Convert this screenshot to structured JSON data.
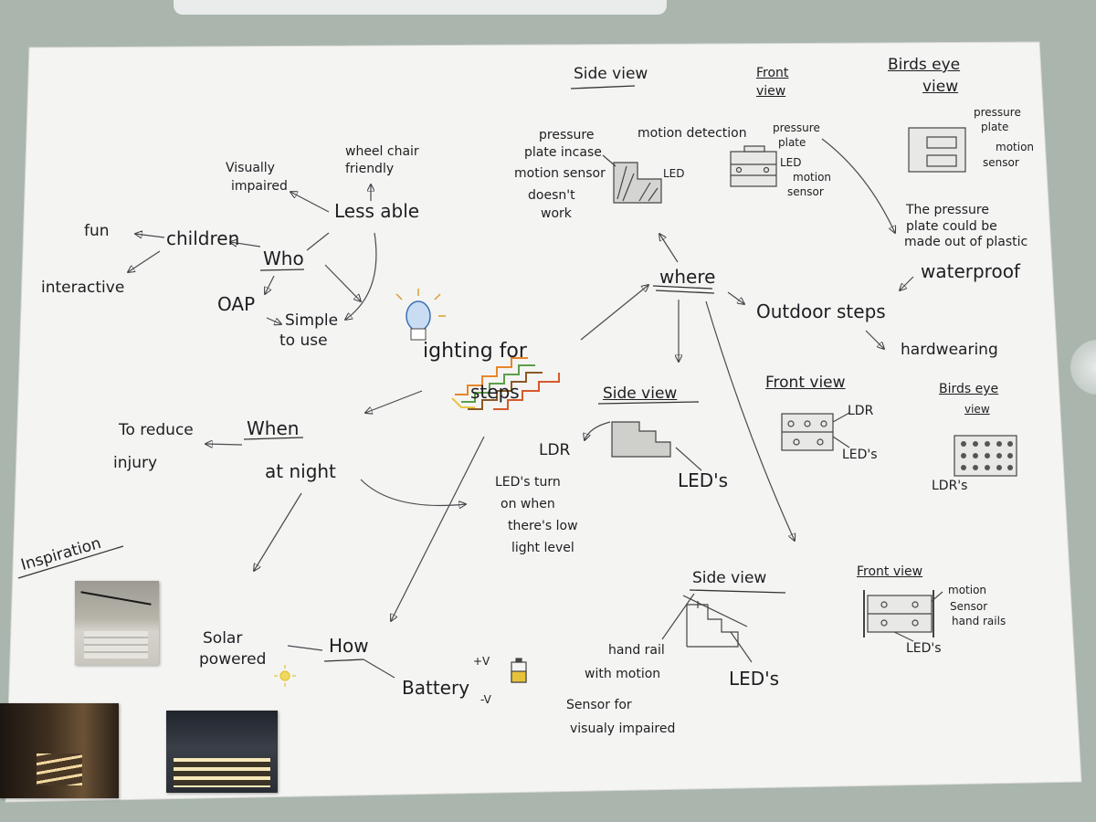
{
  "mindmap": {
    "center_lighting": "ighting for",
    "center_steps": "steps",
    "who": "Who",
    "children": "children",
    "fun": "fun",
    "interactive": "interactive",
    "oap": "OAP",
    "simple_to_use_1": "Simple",
    "simple_to_use_2": "to use",
    "less_able": "Less   able",
    "visually_impaired_1": "Visually",
    "visually_impaired_2": "impaired",
    "wheel_chair_1": "wheel chair",
    "wheel_chair_2": "friendly",
    "when": "When",
    "to_reduce_1": "To reduce",
    "to_reduce_2": "injury",
    "at_night": "at night",
    "how": "How",
    "solar_1": "Solar",
    "solar_2": "powered",
    "battery": "Battery",
    "plus_v": "+V",
    "minus_v": "-V",
    "where": "where",
    "outdoor_steps": "Outdoor  steps",
    "waterproof": "waterproof",
    "hardwearing": "hardwearing",
    "pressure_note_1": "The pressure",
    "pressure_note_2": "plate could be",
    "pressure_note_3": "made out of plastic",
    "inspiration": "Inspiration"
  },
  "sketch_top": {
    "side_view": "Side view",
    "front_view_1": "Front",
    "front_view_2": "view",
    "birds_eye_1": "Birds  eye",
    "birds_eye_2": "view",
    "pressure_1": "pressure",
    "pressure_2": "plate incase",
    "pressure_3": "motion sensor",
    "pressure_4": "doesn't",
    "pressure_5": "work",
    "motion_detection": "motion detection",
    "led": "LED",
    "front_pressure_1": "pressure",
    "front_pressure_2": "plate",
    "front_led": "LED",
    "front_motion_1": "motion",
    "front_motion_2": "sensor",
    "be_pressure_1": "pressure",
    "be_pressure_2": "plate",
    "be_motion_1": "motion",
    "be_motion_2": "sensor"
  },
  "sketch_mid": {
    "side_view": "Side  view",
    "ldr": "LDR",
    "leds": "LED's",
    "desc_1": "LED's  turn",
    "desc_2": "on  when",
    "desc_3": "there's  low",
    "desc_4": "light level",
    "front_view": "Front  view",
    "front_ldr": "LDR",
    "front_leds": "LED's",
    "birds_eye_1": "Birds  eye",
    "birds_eye_2": "view",
    "be_ldrs": "LDR's"
  },
  "sketch_bottom": {
    "side_view": "Side  view",
    "hand_rail_1": "hand rail",
    "hand_rail_2": "with motion",
    "hand_rail_3": "Sensor for",
    "hand_rail_4": "visualy impaired",
    "leds": "LED's",
    "front_view": "Front view",
    "motion_1": "motion",
    "motion_2": "Sensor",
    "motion_3": "hand rails",
    "front_leds": "LED's"
  }
}
